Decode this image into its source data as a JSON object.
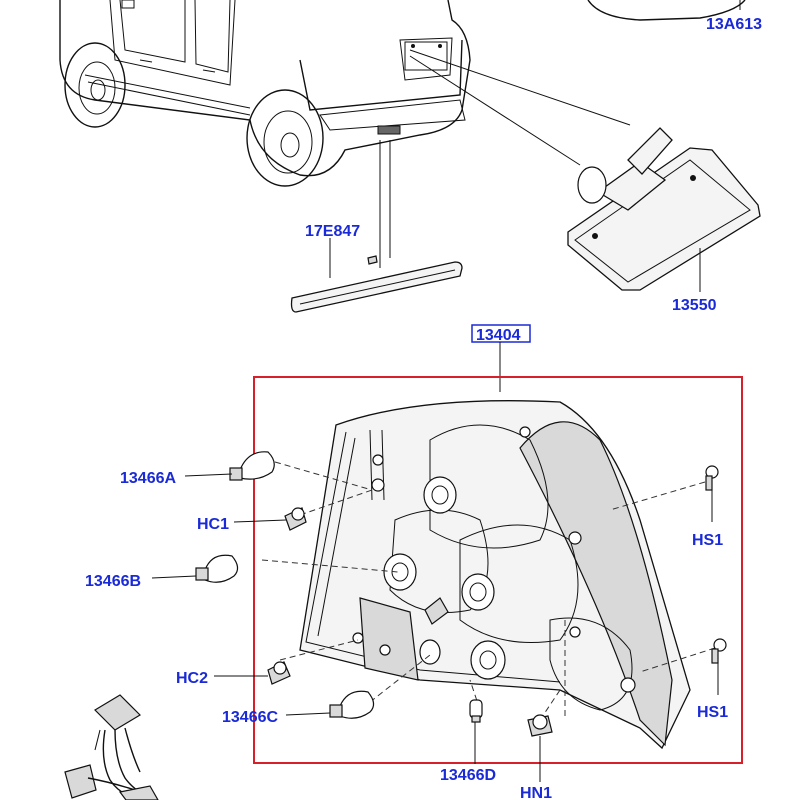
{
  "diagram": {
    "colors": {
      "label": "#1a2ad6",
      "frame": "#d8202a",
      "line": "#111111"
    },
    "labels": {
      "p13A613": "13A613",
      "p17E847": "17E847",
      "p13550": "13550",
      "p13404": "13404",
      "p13466A": "13466A",
      "pHC1": "HC1",
      "p13466B": "13466B",
      "pHC2": "HC2",
      "p13466C": "13466C",
      "p13466D": "13466D",
      "pHN1": "HN1",
      "pHS1a": "HS1",
      "pHS1b": "HS1"
    }
  }
}
